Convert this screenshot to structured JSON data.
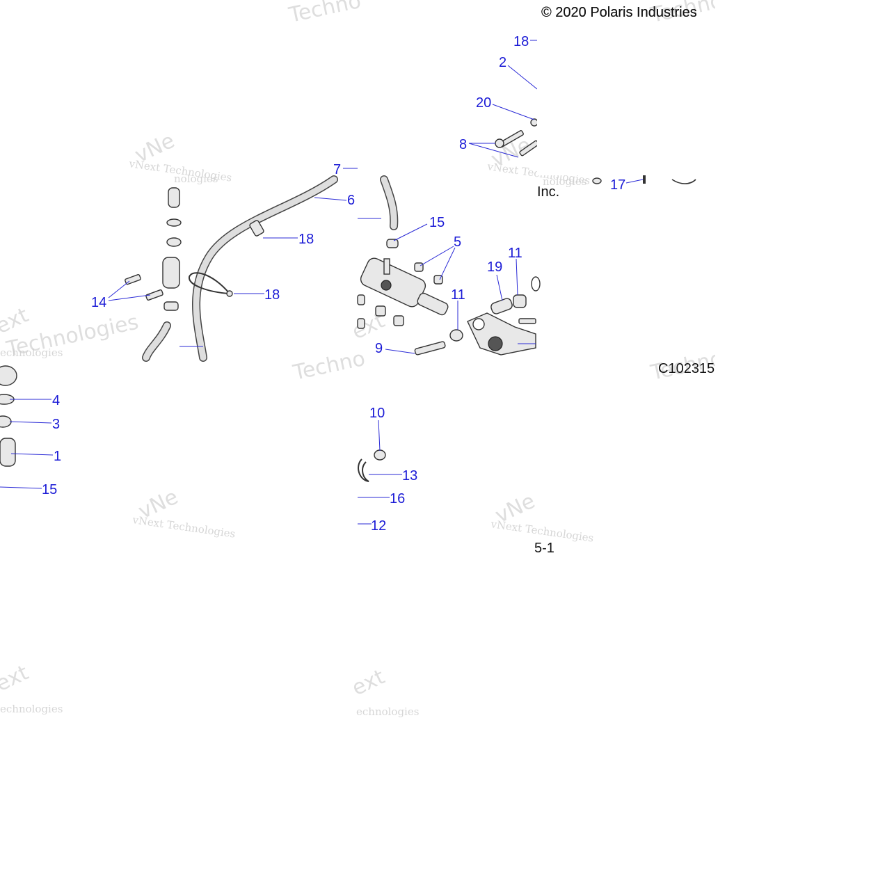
{
  "diagram": {
    "copyright": "© 2020 Polaris Industries",
    "copyright_fragment": "Inc.",
    "diagram_code": "C102315",
    "page_fragment": "5-1",
    "watermark": {
      "line1": "vNext Technologies",
      "fragments": [
        "Techno",
        "vNe",
        "ext",
        "Technologies",
        "nologies",
        "echnologies"
      ]
    },
    "callouts": {
      "c18a": "18",
      "c2": "2",
      "c20": "20",
      "c8": "8",
      "c7": "7",
      "c6": "6",
      "c17": "17",
      "c18b": "18",
      "c15a": "15",
      "c5": "5",
      "c19": "19",
      "c11a": "11",
      "c18c": "18",
      "c14": "14",
      "c11b": "11",
      "c9": "9",
      "c4": "4",
      "c3": "3",
      "c1": "1",
      "c15b": "15",
      "c10": "10",
      "c13": "13",
      "c16": "16",
      "c12": "12"
    },
    "colors": {
      "callout": "#1a1ad6",
      "line_art": "#333333",
      "watermark": "#cfcfcf"
    }
  }
}
